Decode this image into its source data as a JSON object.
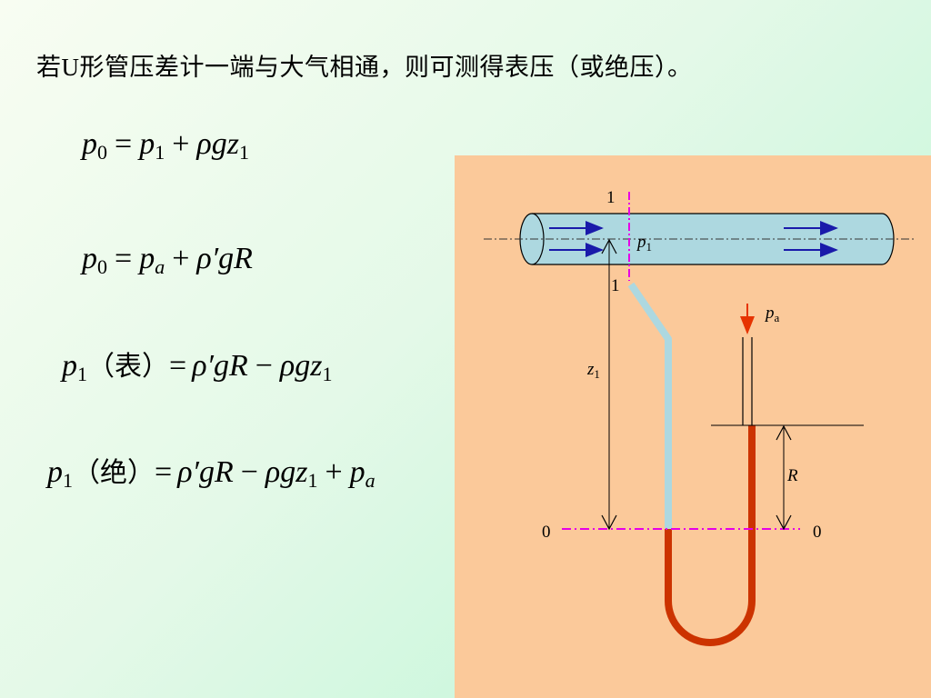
{
  "heading": "若U形管压差计一端与大气相通，则可测得表压（或绝压）。",
  "formulas": {
    "gauge_label": "（表）",
    "absolute_label": "（绝）"
  },
  "diagram": {
    "section_top_label": "1",
    "section_bottom_label": "1",
    "pressure_p1": "p",
    "pressure_p1_sub": "1",
    "pressure_pa": "p",
    "pressure_pa_sub": "a",
    "height_z": "z",
    "height_z_sub": "1",
    "reading_R": "R",
    "datum_left": "0",
    "datum_right": "0",
    "colors": {
      "panel": "#fbc99a",
      "pipe": "#add8e0",
      "fluid": "#cc3300",
      "section_line": "#e600e6",
      "flow_arrow": "#1a1aaa",
      "pa_arrow": "#e63300"
    }
  }
}
